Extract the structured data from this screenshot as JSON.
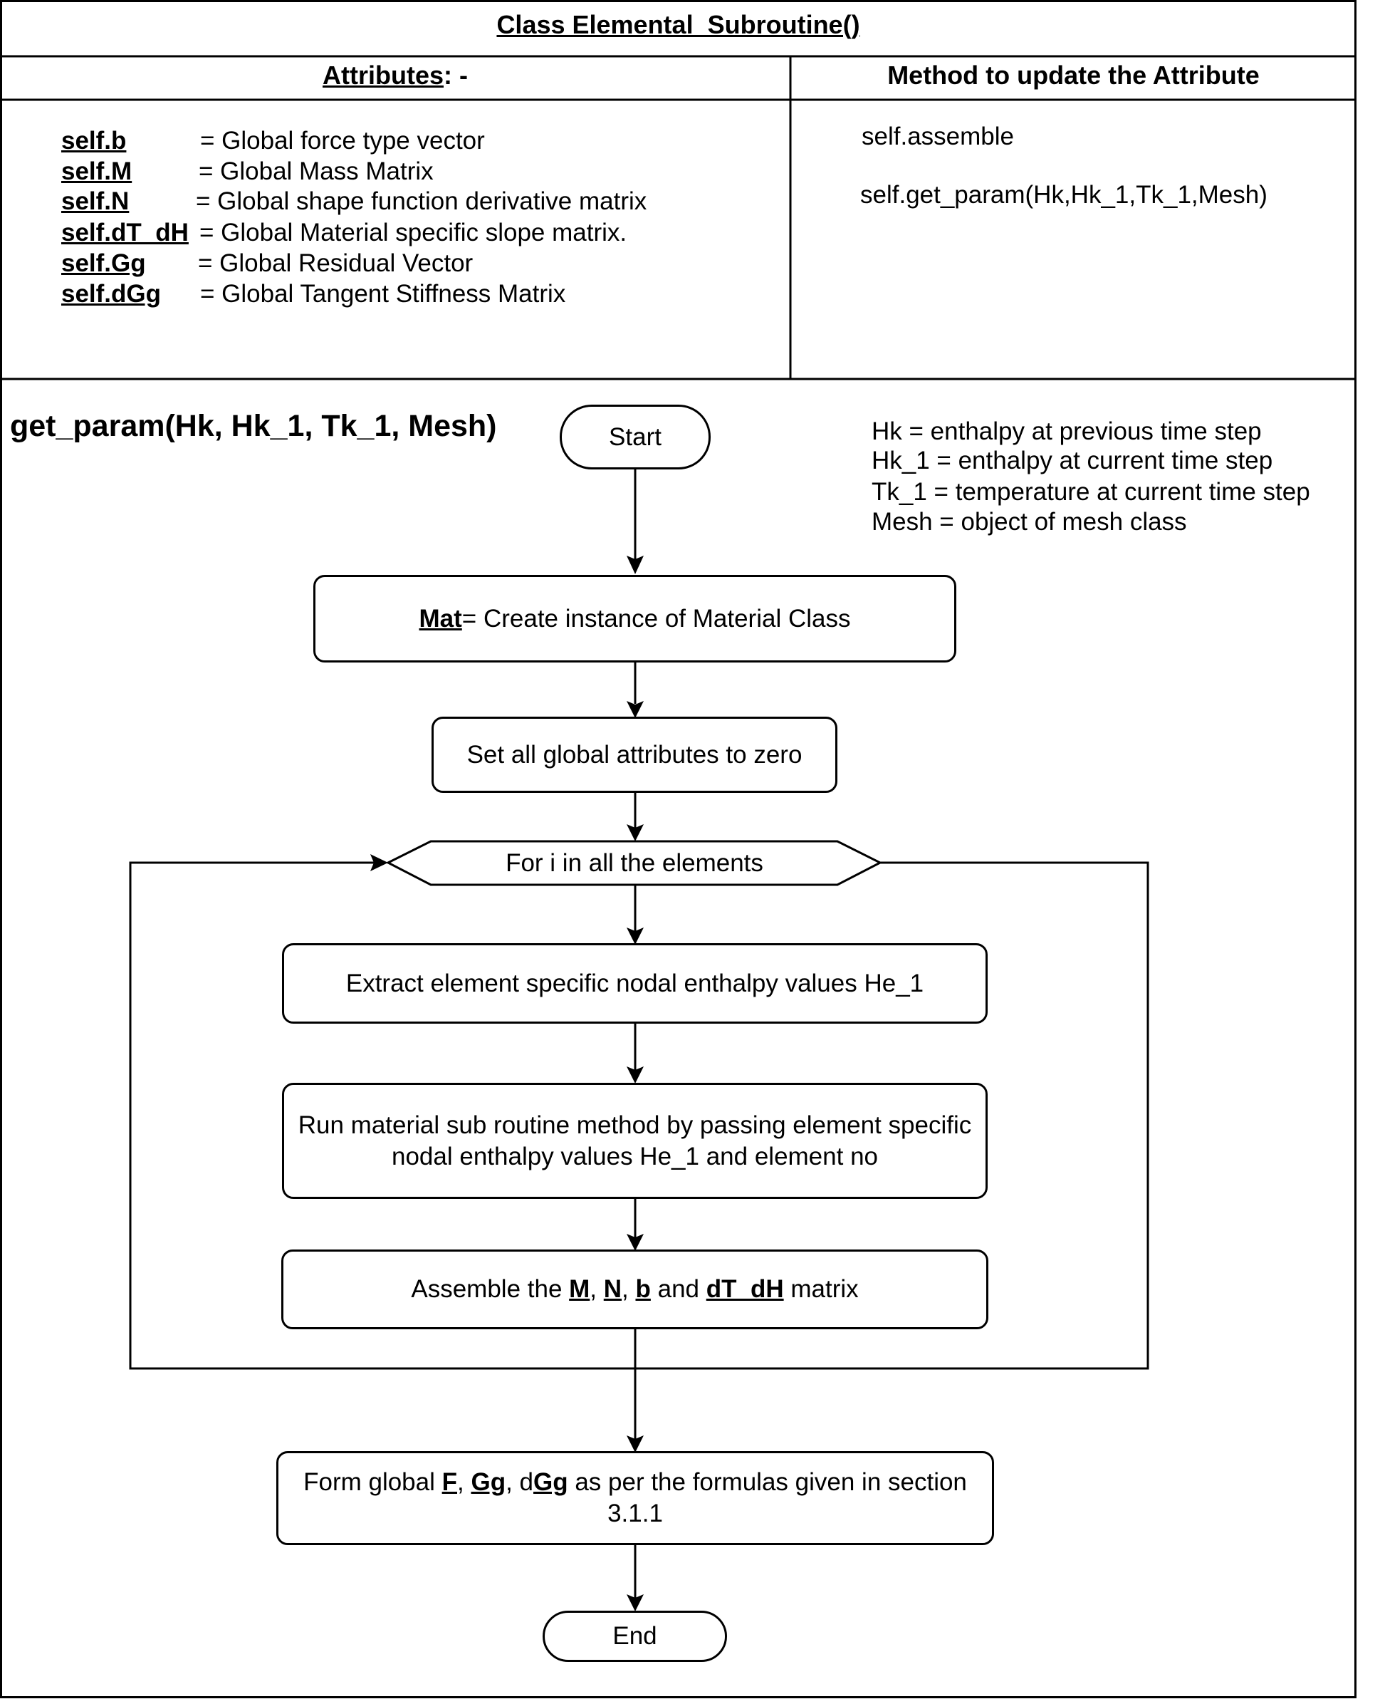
{
  "class_title": "Class Elemental_Subroutine()",
  "attributes_header": {
    "word": "Attributes",
    "suffix": ": -"
  },
  "methods_header": "Method to update the Attribute",
  "attributes": [
    {
      "name": "self.b",
      "desc": "= Global force type vector"
    },
    {
      "name": "self.M",
      "desc": "= Global Mass Matrix"
    },
    {
      "name": "self.N",
      "desc": "= Global shape function derivative matrix"
    },
    {
      "name": "self.dT_dH",
      "desc": "= Global Material specific slope matrix."
    },
    {
      "name": "self.Gg",
      "desc": "= Global Residual Vector"
    },
    {
      "name": "self.dGg",
      "desc": "= Global Tangent Stiffness Matrix"
    }
  ],
  "methods": [
    "self.assemble",
    "self.get_param(Hk,Hk_1,Tk_1,Mesh)"
  ],
  "function_title": "get_param(Hk, Hk_1, Tk_1, Mesh)",
  "parameter_notes": [
    "Hk = enthalpy at previous time step",
    "Hk_1 = enthalpy at current time step",
    "Tk_1 = temperature at current time step",
    "Mesh = object of mesh class"
  ],
  "flow": {
    "start": "Start",
    "mat": {
      "name": "Mat ",
      "rest": "= Create instance of Material Class"
    },
    "set_zero": "Set all global attributes to zero",
    "loop": "For i in all the elements",
    "extract": "Extract element specific nodal enthalpy values He_1",
    "run_material": "Run material sub routine method by passing element specific nodal enthalpy values He_1 and element no",
    "assemble": {
      "t1": "Assemble the ",
      "M": "M",
      "c1": ", ",
      "N": "N",
      "c2": ", ",
      "b": "b",
      "and": " and ",
      "dTdH": "dT_dH",
      "t2": " matrix"
    },
    "form_global": {
      "t1": "Form global ",
      "F": "F",
      "c1": ", ",
      "Gg": "Gg",
      "c2": ", d",
      "dGg": "Gg",
      "t2": " as per the formulas given in section 3.1.1"
    },
    "end": "End"
  }
}
